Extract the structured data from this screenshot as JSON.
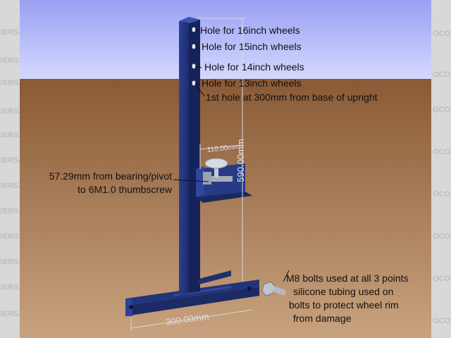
{
  "watermark": {
    "left_text": "DERS.C",
    "right_text": "OCOST"
  },
  "colors": {
    "sky_top": "#9aa0f2",
    "sky_bottom": "#d4d8ff",
    "ground_top": "#8a5a36",
    "ground_bottom": "#c8a27e",
    "steel": "#283c8c",
    "steel_dark": "#1b2966",
    "steel_light": "#3a55b0"
  },
  "annotations": {
    "hole16": "Hole for 16inch wheels",
    "hole15": "Hole for 15inch wheels",
    "hole14": "Hole for 14inch wheels",
    "hole13": "Hole for 13inch wheels",
    "first_hole": "1st hole at 300mm from base of upright",
    "bearing_line1": "57.29mm from bearing/pivot",
    "bearing_line2": "to 6M1.0 thumbscrew",
    "bolts_line1": "M8 bolts used at all 3 points",
    "bolts_line2": "silicone tubing used on",
    "bolts_line3": "bolts to protect wheel rim",
    "bolts_line4": "from damage"
  },
  "dimensions": {
    "height": "590.00mm",
    "arm": "110.00mm",
    "base": "300.00mm"
  }
}
